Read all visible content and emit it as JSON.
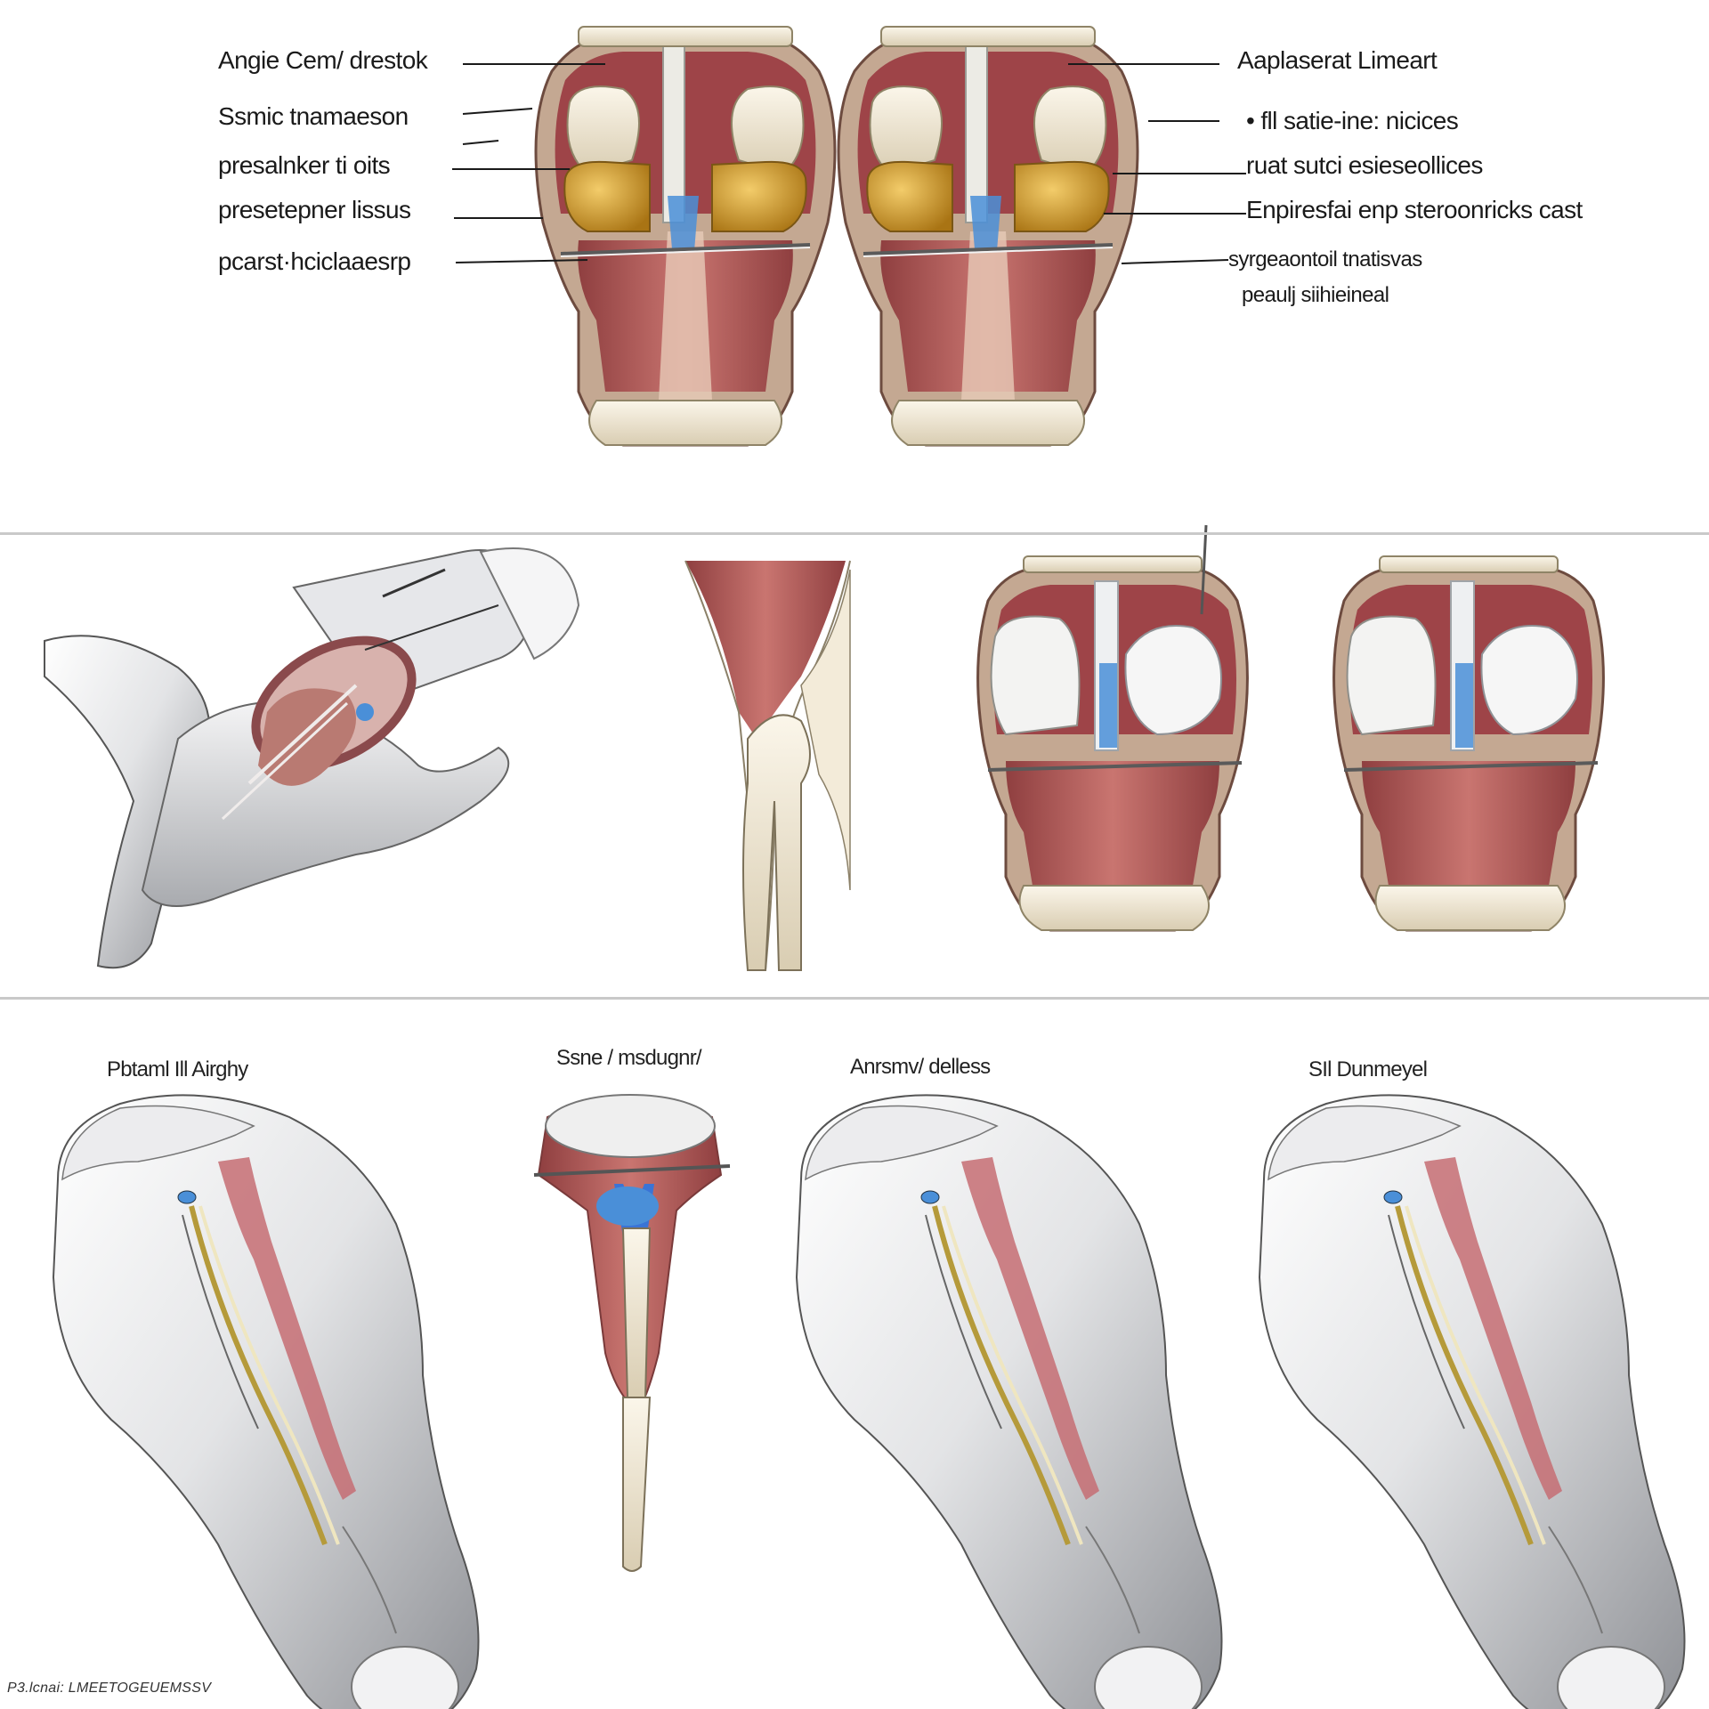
{
  "labels_left": [
    "Angie Cem/ drestok",
    "Ssmic tnamaeson",
    "presalnker  ti oits",
    "presetepner lissus",
    "pcarst·hciclaaesrp"
  ],
  "labels_right": [
    "Aaplaserat Limeart",
    "• fll satie-ine: nicices",
    "ruat sutci esieseollices",
    "Enpiresfai  enp steroonricks cast",
    "syrgeaontoil tnatisvas",
    "peaulj siihieineal"
  ],
  "captions": [
    "Pbtaml Ill Airghy",
    "Ssne / msdugnr/",
    "Anrsmv/ delless",
    "SIl Dunmeyel"
  ],
  "footer": "P3.lcnai: LMEETOGEUEMSSV",
  "colors": {
    "muscle": "#b9605f",
    "bone": "#efe6d2",
    "cartilage": "#d8a234",
    "ligament": "#4a8fd8",
    "shell": "#d7d8db"
  }
}
